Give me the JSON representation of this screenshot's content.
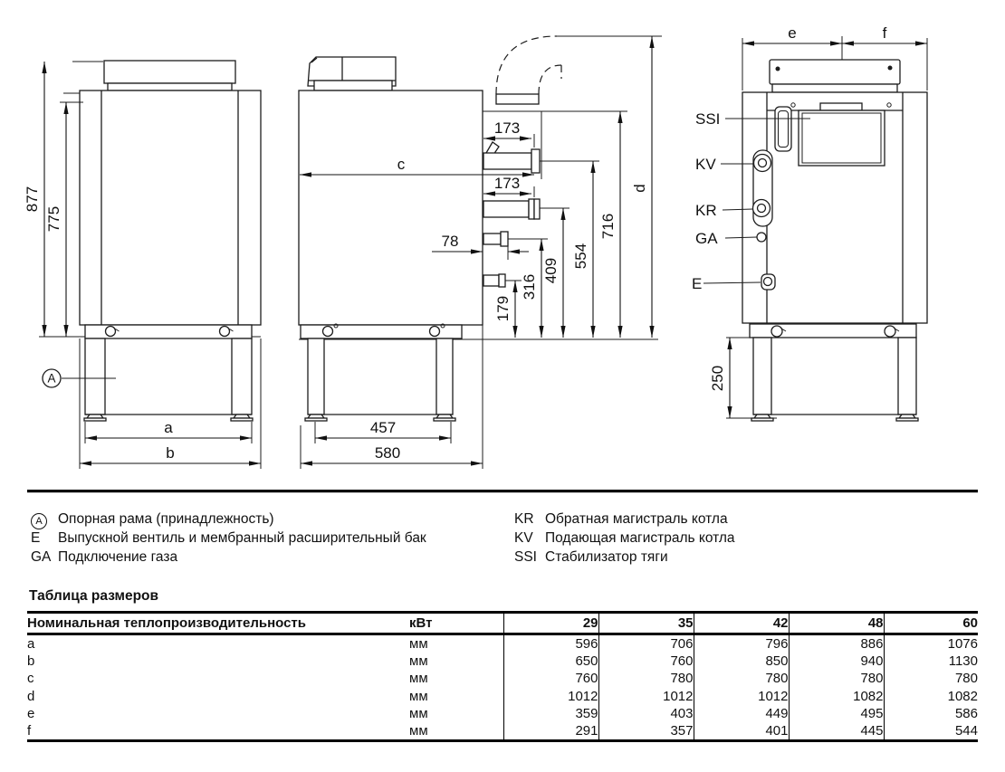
{
  "drawing": {
    "front_view": {
      "dim_height_total": "877",
      "dim_height_body": "775",
      "dim_width_frame": "a",
      "dim_width_total": "b",
      "callout_frame": "A"
    },
    "side_view": {
      "dim_depth": "c",
      "dim_flow_offset": "173",
      "dim_return_offset": "173",
      "dim_gas_offset": "78",
      "dim_h_drain": "179",
      "dim_h_gas": "316",
      "dim_h_return": "409",
      "dim_h_flow": "554",
      "dim_h_flue": "716",
      "dim_h_total": "d",
      "dim_frame_width": "457",
      "dim_total_width": "580"
    },
    "rear_view": {
      "dim_e": "e",
      "dim_f": "f",
      "dim_frame_height": "250",
      "label_ssi": "SSI",
      "label_kv": "KV",
      "label_kr": "KR",
      "label_ga": "GA",
      "label_e": "E"
    }
  },
  "legend": {
    "items": [
      {
        "key": "A",
        "text": "Опорная рама (принадлежность)"
      },
      {
        "key": "E",
        "text": "Выпускной вентиль и мембранный расширительный бак"
      },
      {
        "key": "GA",
        "text": "Подключение газа"
      },
      {
        "key": "KR",
        "text": "Обратная магистраль котла"
      },
      {
        "key": "KV",
        "text": "Подающая магистраль котла"
      },
      {
        "key": "SSI",
        "text": "Стабилизатор тяги"
      }
    ]
  },
  "table": {
    "title": "Таблица размеров",
    "row_header": "Номинальная теплопроизводительность",
    "unit_header": "кВт",
    "power_columns": [
      "29",
      "35",
      "42",
      "48",
      "60"
    ],
    "rows": [
      {
        "dim": "a",
        "unit": "мм",
        "values": [
          "596",
          "706",
          "796",
          "886",
          "1076"
        ]
      },
      {
        "dim": "b",
        "unit": "мм",
        "values": [
          "650",
          "760",
          "850",
          "940",
          "1130"
        ]
      },
      {
        "dim": "c",
        "unit": "мм",
        "values": [
          "760",
          "780",
          "780",
          "780",
          "780"
        ]
      },
      {
        "dim": "d",
        "unit": "мм",
        "values": [
          "1012",
          "1012",
          "1012",
          "1082",
          "1082"
        ]
      },
      {
        "dim": "e",
        "unit": "мм",
        "values": [
          "359",
          "403",
          "449",
          "495",
          "586"
        ]
      },
      {
        "dim": "f",
        "unit": "мм",
        "values": [
          "291",
          "357",
          "401",
          "445",
          "544"
        ]
      }
    ]
  }
}
